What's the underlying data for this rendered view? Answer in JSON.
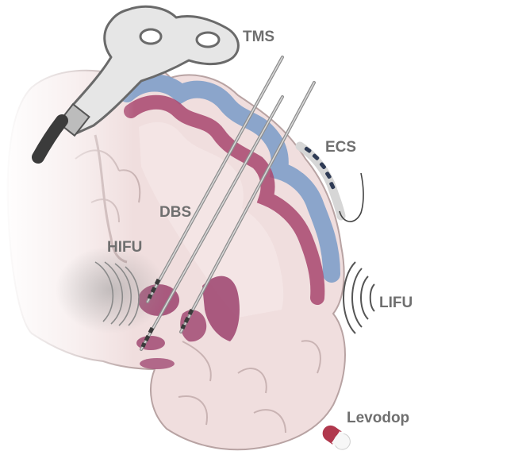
{
  "labels": {
    "tms": "TMS",
    "ecs": "ECS",
    "dbs": "DBS",
    "hifu": "HIFU",
    "lifu": "LIFU",
    "levodopa": "Levodop"
  },
  "colors": {
    "background": "#ffffff",
    "brain_tissue": "#f0dede",
    "brain_outline": "#b8a3a3",
    "cortex_blue": "#7f9ec9",
    "cortex_magenta": "#a8466f",
    "deep_nuclei": "#a14a73",
    "electrode": "#8f8f8f",
    "tms_coil": "#e6e6e6",
    "label_text": "#6f6f6f",
    "pill_red": "#b0384d"
  },
  "icons": {
    "tms": "tms-coil-icon",
    "ecs": "ecs-electrode-strip-icon",
    "lifu": "ultrasound-waves-icon",
    "hifu": "focused-ultrasound-icon",
    "levodopa": "pill-capsule-icon"
  }
}
